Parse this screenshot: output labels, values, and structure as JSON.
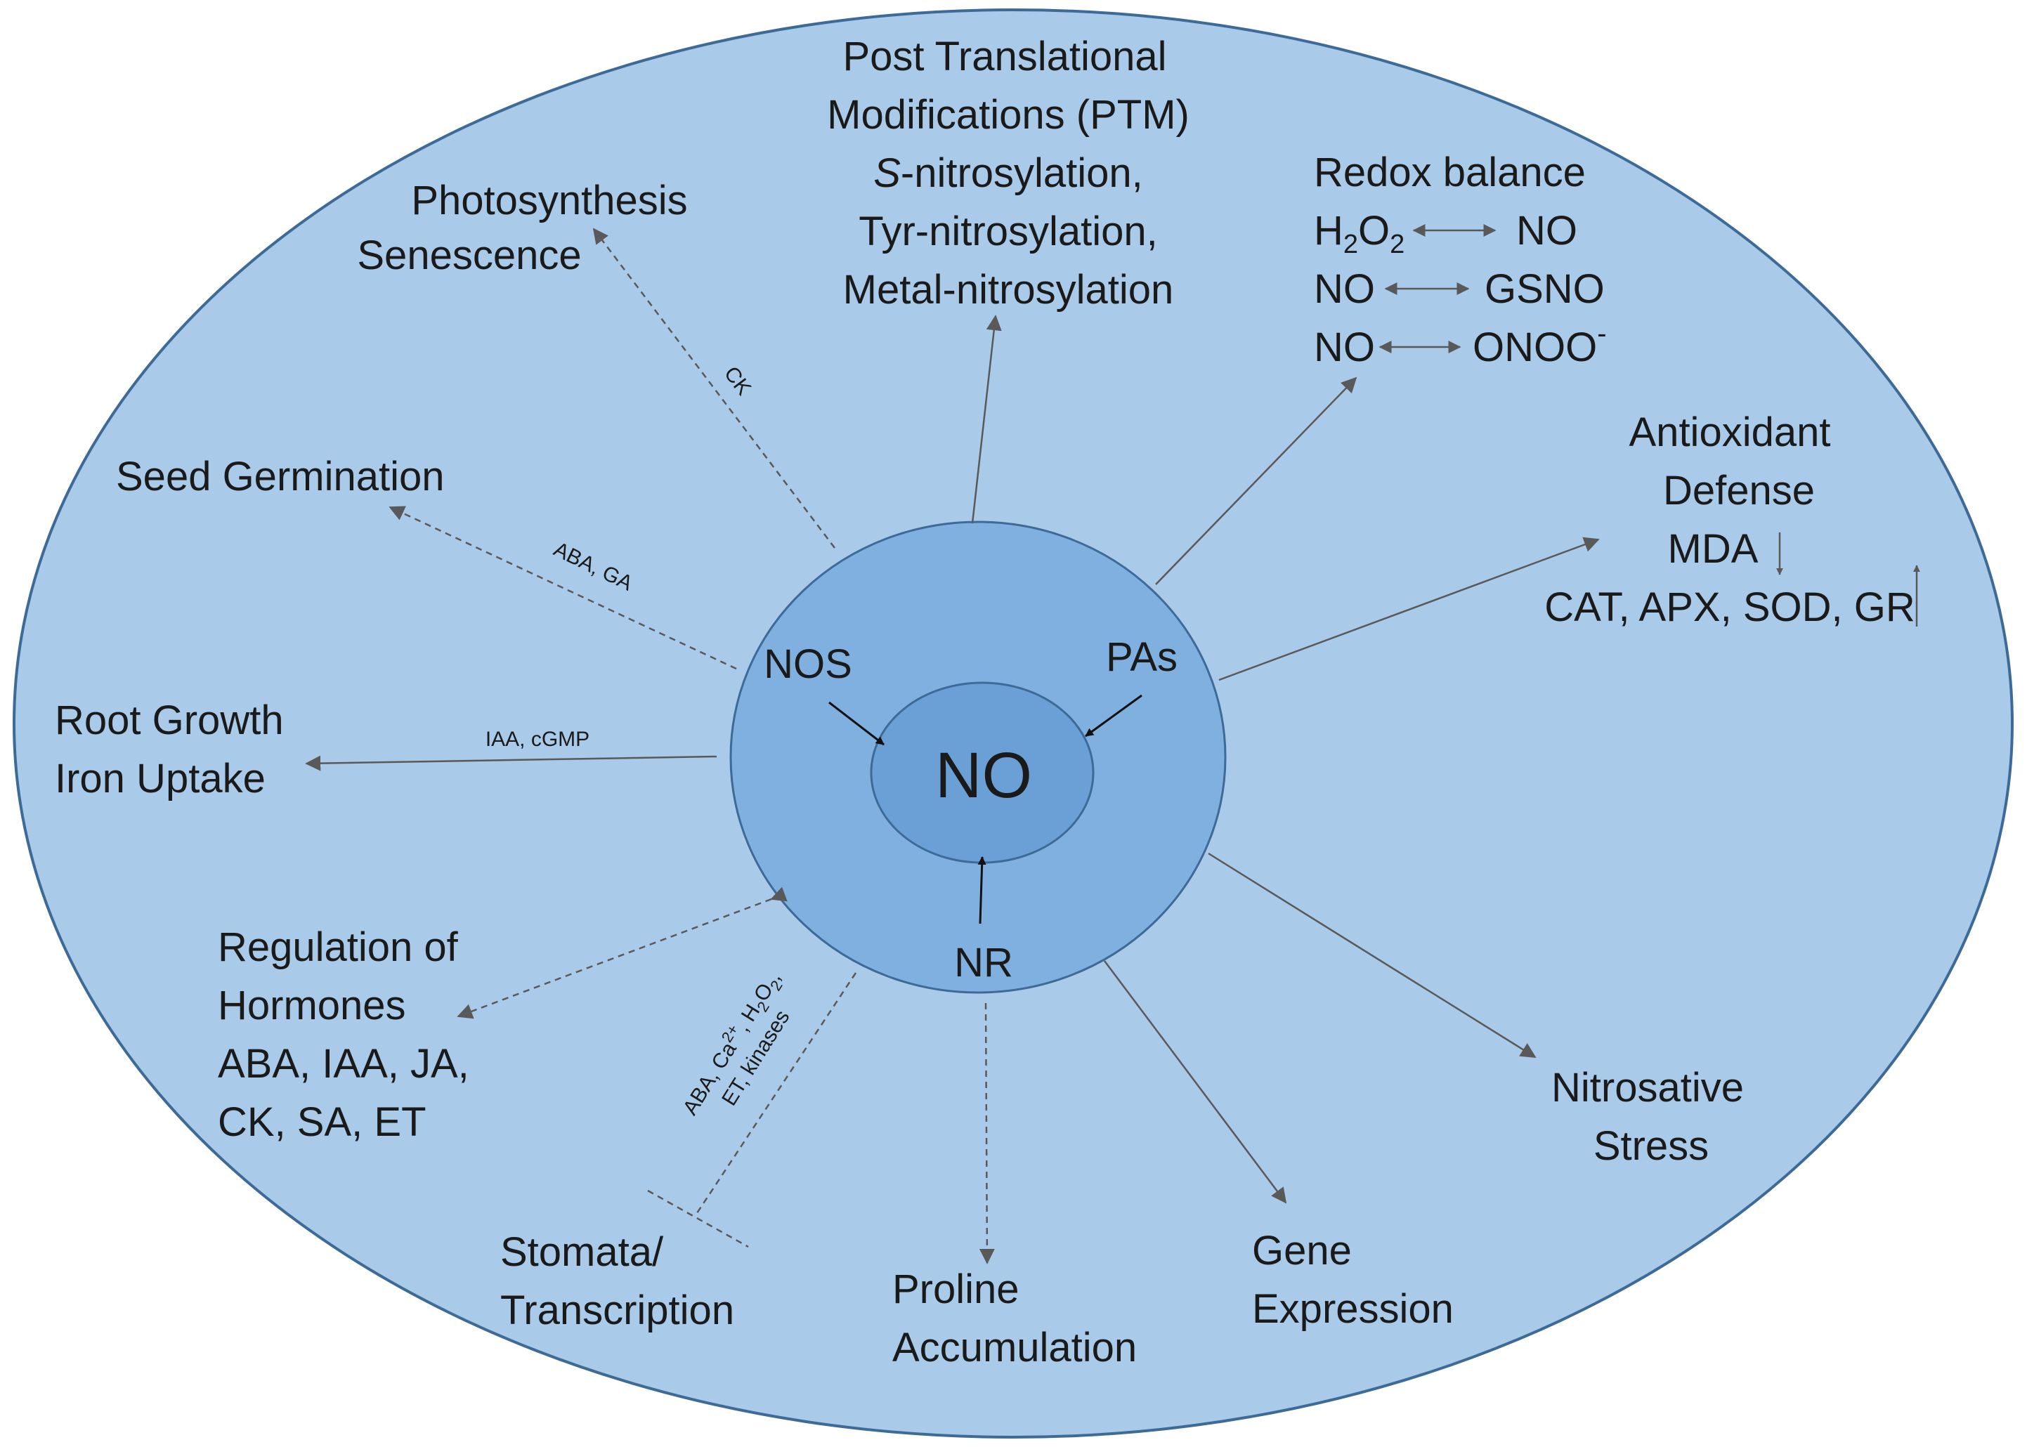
{
  "center": {
    "core": "NO",
    "sources": [
      "NOS",
      "PAs",
      "NR"
    ]
  },
  "outcomes": {
    "ptm": {
      "line1": "Post Translational",
      "line2": "Modifications (PTM)",
      "line3_italic": "S",
      "line3_rest": "-nitrosylation,",
      "line4": "Tyr-nitrosylation,",
      "line5": "Metal-nitrosylation"
    },
    "photosynthesis": {
      "line1": "Photosynthesis",
      "line2": "Senescence"
    },
    "redox": {
      "title": "Redox balance",
      "pairs": [
        {
          "left": "H",
          "left_sub1": "2",
          "left_mid": "O",
          "left_sub2": "2",
          "right": "NO"
        },
        {
          "left": "NO",
          "right": "GSNO"
        },
        {
          "left": "NO",
          "right": "ONOO",
          "right_sup": "-"
        }
      ]
    },
    "antioxidant": {
      "line1": "Antioxidant",
      "line2": "Defense",
      "line3": "MDA",
      "line4": "CAT, APX, SOD, GR",
      "mda_trend": "down",
      "enzymes_trend": "up"
    },
    "seed": {
      "line1": "Seed Germination"
    },
    "root": {
      "line1": "Root Growth",
      "line2": "Iron Uptake"
    },
    "hormones": {
      "line1": "Regulation of",
      "line2": "Hormones",
      "line3": "ABA, IAA, JA,",
      "line4": "CK, SA, ET"
    },
    "stomata": {
      "line1": "Stomata/",
      "line2": "Transcription"
    },
    "proline": {
      "line1": "Proline",
      "line2": "Accumulation"
    },
    "gene": {
      "line1": "Gene",
      "line2": "Expression"
    },
    "nitrosative": {
      "line1": "Nitrosative",
      "line2": "Stress"
    }
  },
  "mediators": {
    "ck": "CK",
    "aba_ga": "ABA, GA",
    "iaa_cgmp": "IAA, cGMP",
    "stomata_line1_a": "ABA, Ca",
    "stomata_line1_sup": "2+",
    "stomata_line1_b": ", H",
    "stomata_line1_sub1": "2",
    "stomata_line1_c": "O",
    "stomata_line1_sub2": "2",
    "stomata_line1_d": ",",
    "stomata_line2": "ET, kinases"
  },
  "colors": {
    "outer": "#a9cae8",
    "middle": "#7fb0e0",
    "inner": "#6aa0d6",
    "stroke": "#3d6a96",
    "arrow": "#595959"
  }
}
